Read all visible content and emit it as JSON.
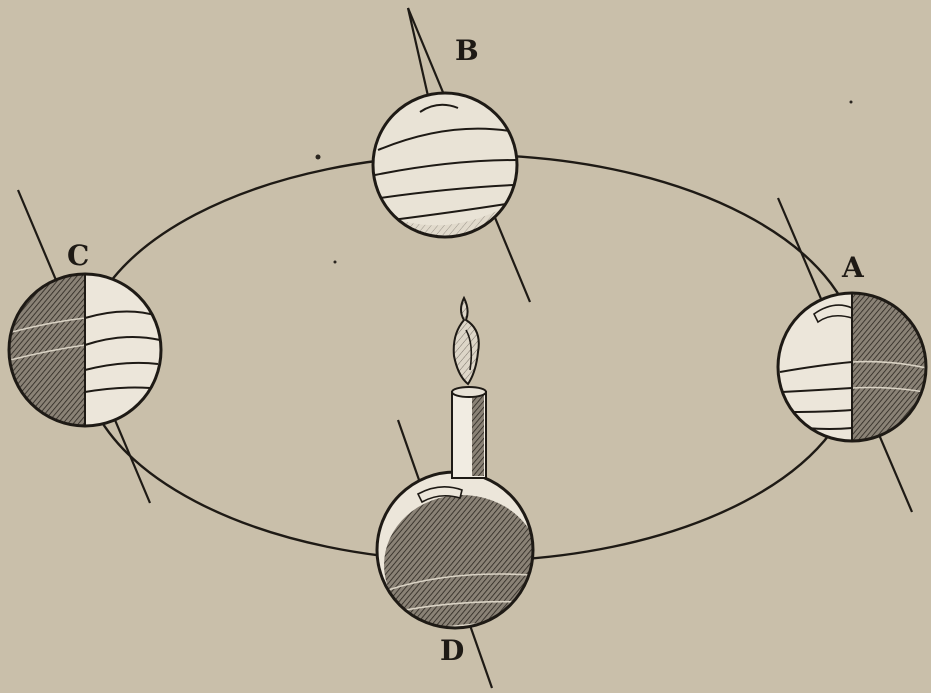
{
  "diagram": {
    "labels": {
      "a": "A",
      "b": "B",
      "c": "C",
      "d": "D"
    },
    "colors": {
      "paper": "#c9bfaa",
      "ink": "#1e1a15",
      "globe_light": "#ece6da",
      "globe_shade": "#6a645c"
    },
    "icons": {
      "candle": "candle-flame-icon"
    }
  }
}
